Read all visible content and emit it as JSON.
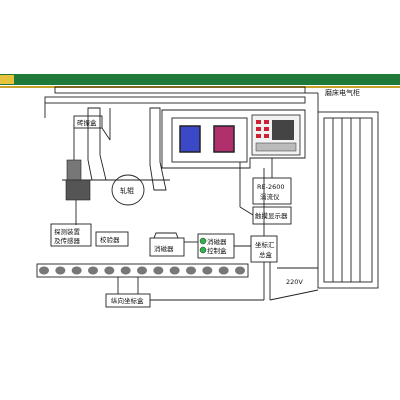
{
  "labels": {
    "cabinet": "磨床电气柜",
    "vibration_box": "砖振盒",
    "roll": "轧辊",
    "probe_l1": "探测装置",
    "probe_l2": "及传感器",
    "checker": "校验器",
    "eraser": "消磁器",
    "eraser_ctrl_1": "消磁器",
    "eraser_ctrl_2": "控制盒",
    "coord_l1": "坐标汇",
    "coord_l2": "总盒",
    "voltage": "220V",
    "re_l1": "RE-2600",
    "re_l2": "涡流仪",
    "touch": "触摸显示器",
    "long_box": "纵向坐标盒"
  },
  "colors": {
    "header_green": "#1f7a3a",
    "header_gold": "#c9a227",
    "screen_blue": "#3b49c8",
    "screen_magenta": "#b0306e",
    "led_green": "#2fb34a"
  },
  "rail_segments": 13
}
